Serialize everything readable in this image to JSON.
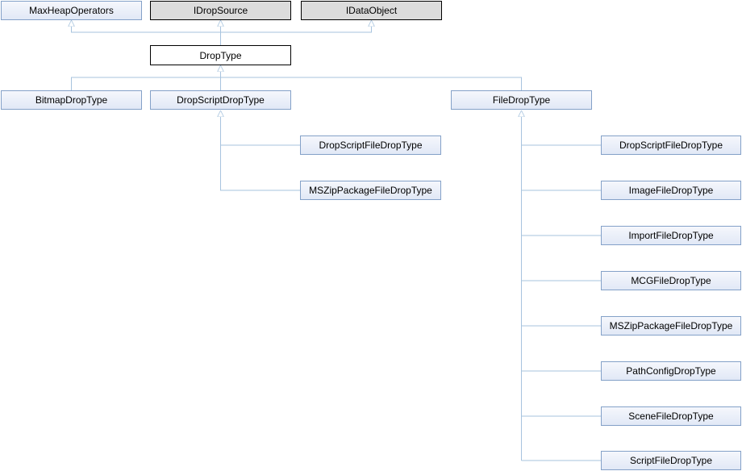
{
  "colors": {
    "edge": "#a7c3de",
    "node_border": "#84a1c8",
    "node_fill": "#e8edf7",
    "current_fill": "#ffffff",
    "external_fill": "#dcdcdc"
  },
  "nodes": {
    "maxheapoperators": "MaxHeapOperators",
    "idropsource": "IDropSource",
    "idataobject": "IDataObject",
    "droptype": "DropType",
    "bitmapdroptype": "BitmapDropType",
    "dropscriptdroptype": "DropScriptDropType",
    "filedroptype": "FileDropType",
    "dropscriptfiledroptype_a": "DropScriptFileDropType",
    "mszippackagefiledroptype_a": "MSZipPackageFileDropType",
    "dropscriptfiledroptype_b": "DropScriptFileDropType",
    "imagefiledroptype": "ImageFileDropType",
    "importfiledroptype": "ImportFileDropType",
    "mcgfiledroptype": "MCGFileDropType",
    "mszippackagefiledroptype_b": "MSZipPackageFileDropType",
    "pathconfigdroptype": "PathConfigDropType",
    "scenefiledroptype": "SceneFileDropType",
    "scriptfiledroptype": "ScriptFileDropType"
  }
}
